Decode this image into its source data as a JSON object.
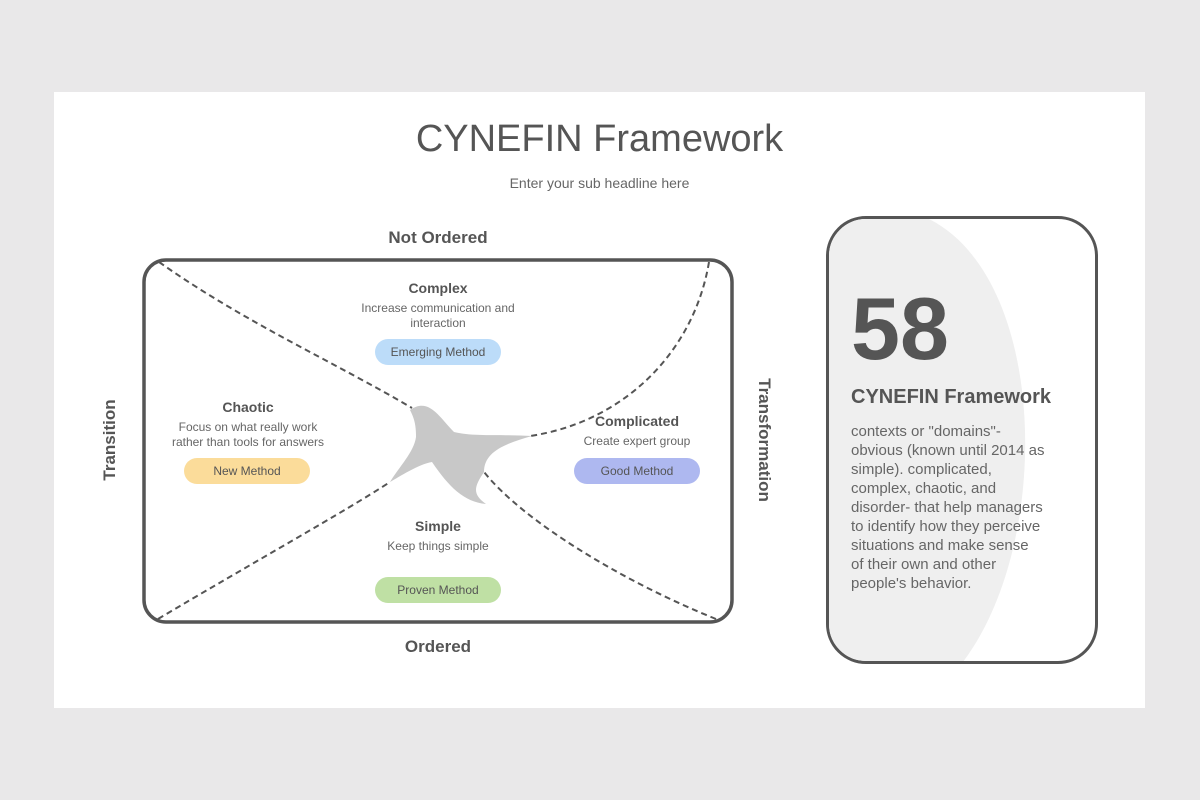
{
  "slide": {
    "title": "CYNEFIN Framework",
    "subtitle": "Enter your sub headline here"
  },
  "axes": {
    "top": "Not Ordered",
    "bottom": "Ordered",
    "left": "Transition",
    "right": "Transformation"
  },
  "domains": {
    "complex": {
      "title": "Complex",
      "desc_line1": "Increase communication and",
      "desc_line2": "interaction",
      "method": "Emerging Method",
      "color": "#bcdcf9"
    },
    "chaotic": {
      "title": "Chaotic",
      "desc_line1": "Focus on what really work",
      "desc_line2": "rather than tools for answers",
      "method": "New Method",
      "color": "#fbdc9a"
    },
    "complicated": {
      "title": "Complicated",
      "desc_line1": "Create expert group",
      "method": "Good Method",
      "color": "#aeb8f0"
    },
    "simple": {
      "title": "Simple",
      "desc_line1": "Keep things simple",
      "method": "Proven Method",
      "color": "#bfe0a4"
    }
  },
  "card": {
    "number": "58",
    "title": "CYNEFIN Framework",
    "body_lines": [
      "contexts or \"domains\"-",
      "obvious (known until 2014 as",
      "simple). complicated,",
      "complex, chaotic, and",
      "disorder- that help managers",
      "to identify how they perceive",
      "situations and make sense",
      "of their own and other",
      "people's behavior."
    ]
  },
  "colors": {
    "page_bg": "#e9e8e9",
    "slide_bg": "#ffffff",
    "outline": "#555555",
    "disorder_shape": "#c8c8c8"
  }
}
